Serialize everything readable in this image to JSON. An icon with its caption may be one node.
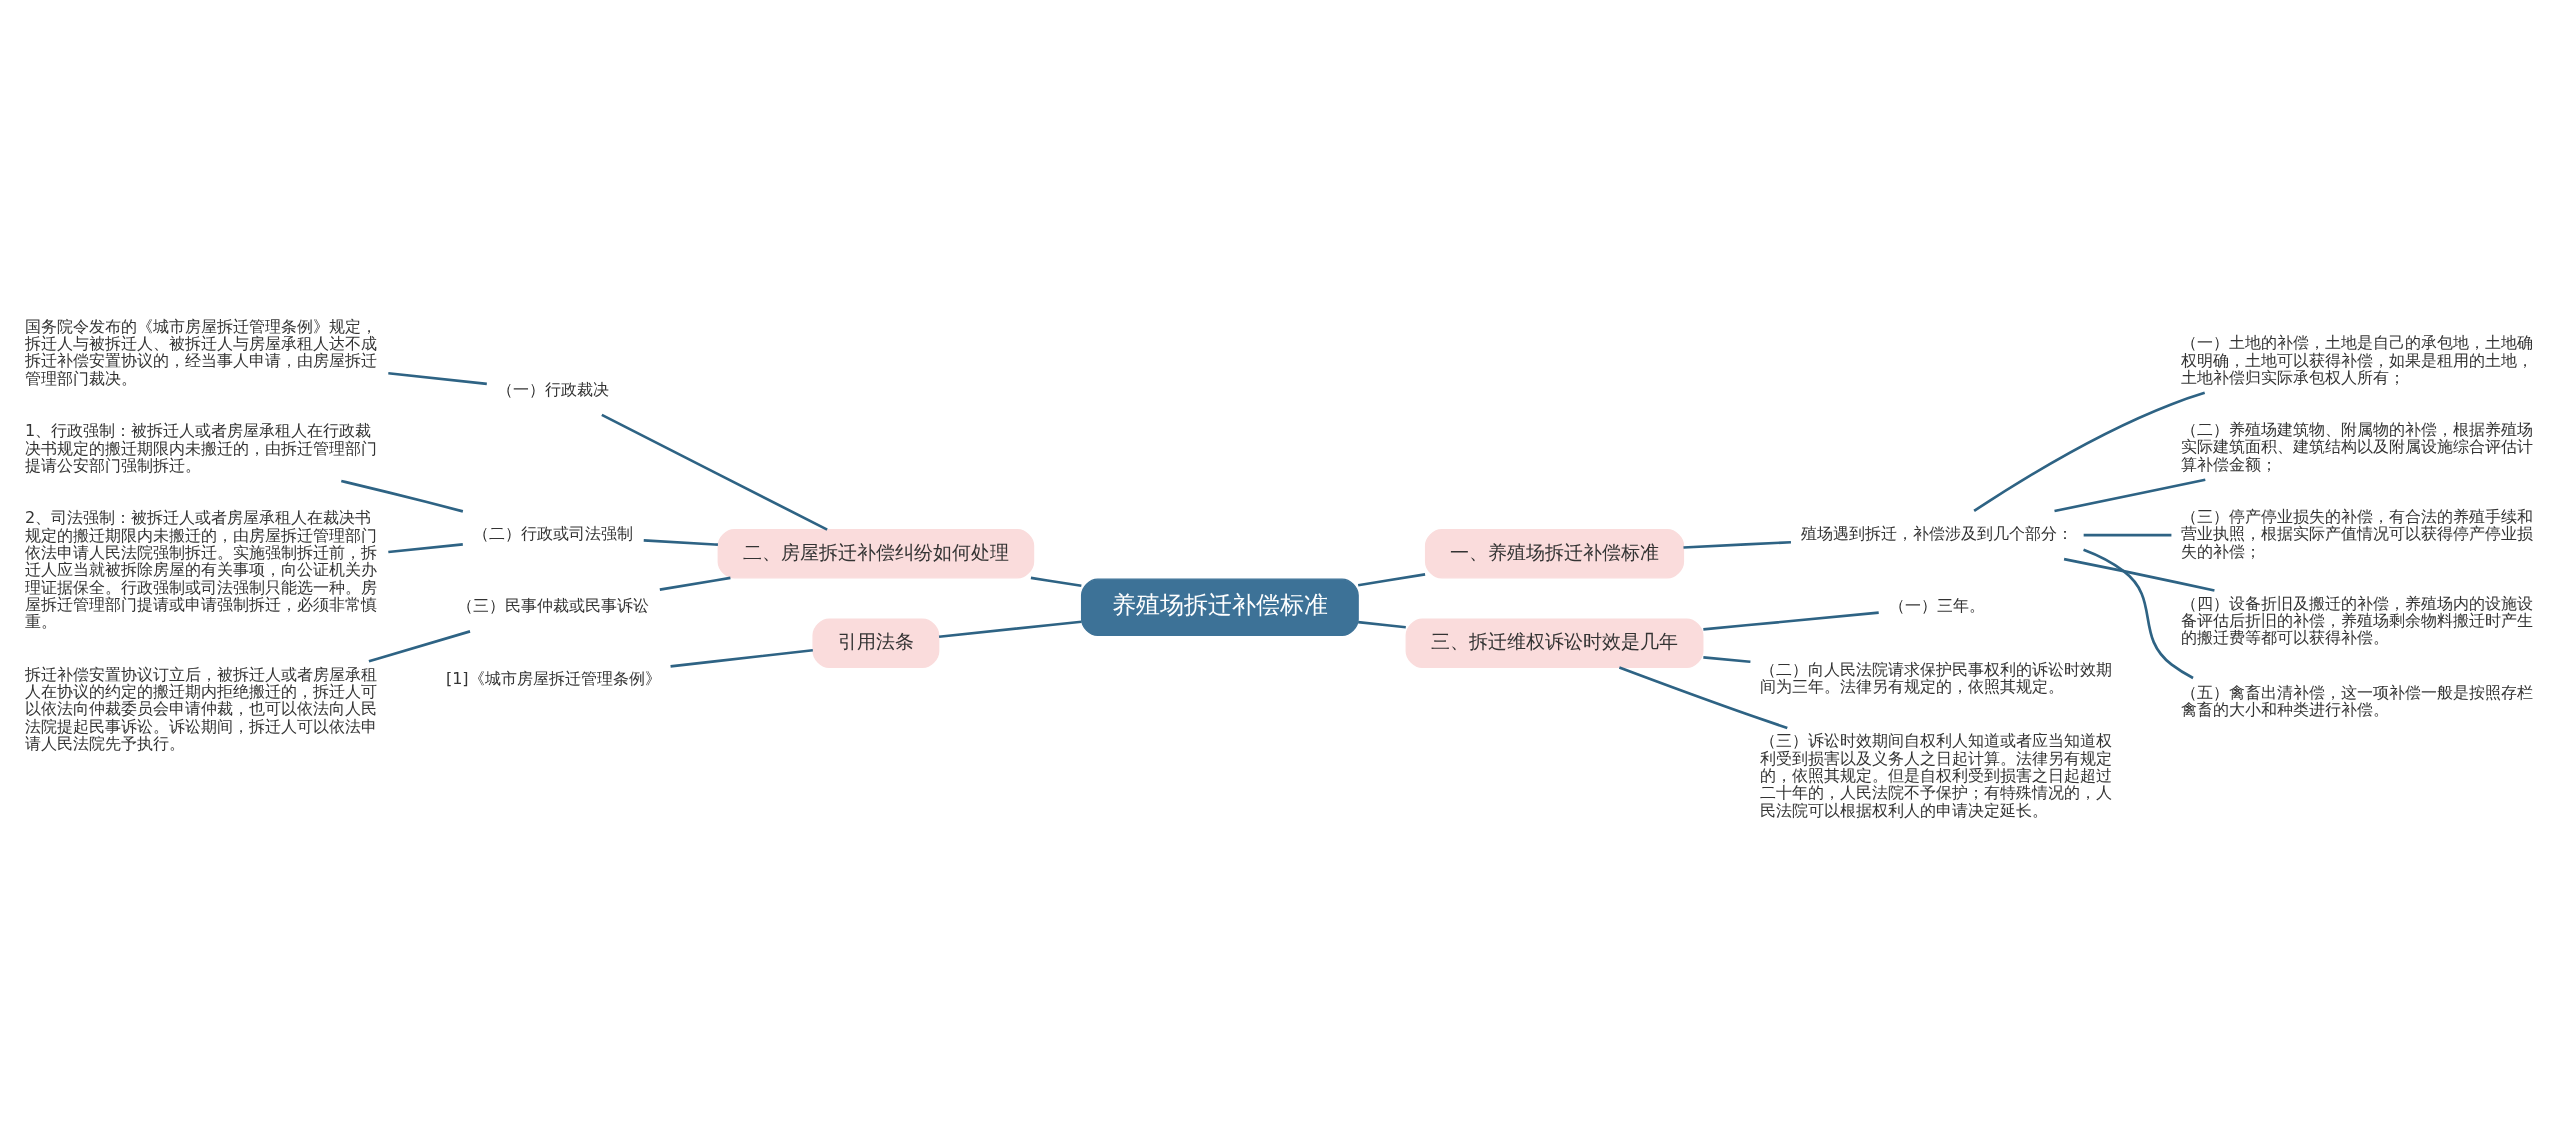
{
  "diagram": {
    "nodes": [
      {
        "text": [
          "养殖场拆迁补偿标准"
        ]
      },
      {
        "text": [
          "一、养殖场拆迁补偿标准"
        ]
      },
      {
        "text": [
          "殖场遇到拆迁，补偿涉及到几个部分："
        ]
      },
      {
        "text": [
          "（一）土地的补偿，土地是自己的承包地，土地确权明确，土地可以获得补偿，如果是租用的土地，土地补偿归实际承包权人所有；"
        ]
      },
      {
        "text": [
          "（二）养殖场建筑物、附属物的补偿，根据养殖场实际建筑面积、建筑结构以及附属设施综合评估计算补偿金额；"
        ]
      },
      {
        "text": [
          "（三）停产停业损失的补偿，有合法的养殖手续和营业执照，根据实际产值情况可以获得停产停业损失的补偿；"
        ]
      },
      {
        "text": [
          "（四）设备折旧及搬迁的补偿，养殖场内的设施设备评估后折旧的补偿，养殖场剩余物料搬迁时产生的搬迁费等都可以获得补偿。"
        ]
      },
      {
        "text": [
          "（五）禽畜出清补偿，这一项补偿一般是按照存栏禽畜的大小和种类进行补偿。"
        ]
      },
      {
        "text": [
          "三、拆迁维权诉讼时效是几年"
        ]
      },
      {
        "text": [
          "（一）三年。"
        ]
      },
      {
        "text": [
          "（二）向人民法院请求保护民事权利的诉讼时效期间为三年。法律另有规定的，依照其规定。"
        ]
      },
      {
        "text": [
          "（三）诉讼时效期间自权利人知道或者应当知道权利受到损害以及义务人之日起计算。法律另有规定的，依照其规定。但是自权利受到损害之日起超过二十年的，人民法院不予保护；有特殊情况的，人民法院可以根据权利人的申请决定延长。"
        ]
      },
      {
        "text": [
          "二、房屋拆迁补偿纠纷如何处理"
        ]
      },
      {
        "text": [
          "（一）行政裁决"
        ]
      },
      {
        "text": [
          "国务院令发布的《城市房屋拆迁管理条例》规定，拆迁人与被拆迁人、被拆迁人与房屋承租人达不成拆迁补偿安置协议的，经当事人申请，由房屋拆迁管理部门裁决。"
        ]
      },
      {
        "text": [
          "（二）行政或司法强制"
        ]
      },
      {
        "text": [
          "1、行政强制：被拆迁人或者房屋承租人在行政裁决书规定的搬迁期限内未搬迁的，由拆迁管理部门提请公安部门强制拆迁。"
        ]
      },
      {
        "text": [
          "2、司法强制：被拆迁人或者房屋承租人在裁决书规定的搬迁期限内未搬迁的，由房屋拆迁管理部门依法申请人民法院强制拆迁。实施强制拆迁前，拆迁人应当就被拆除房屋的有关事项，向公证机关办理证据保全。行政强制或司法强制只能选一种。房屋拆迁管理部门提请或申请强制拆迁，必须非常慎重。"
        ]
      },
      {
        "text": [
          "（三）民事仲裁或民事诉讼"
        ]
      },
      {
        "text": [
          "拆迁补偿安置协议订立后，被拆迁人或者房屋承租人在协议的约定的搬迁期内拒绝搬迁的，拆迁人可以依法向仲裁委员会申请仲裁，也可以依法向人民法院提起民事诉讼。诉讼期间，拆迁人可以依法申请人民法院先予执行。"
        ]
      },
      {
        "text": [
          "引用法条"
        ]
      },
      {
        "text": [
          "[1]《城市房屋拆迁管理条例》"
        ]
      }
    ],
    "edges": [
      {
        "from": 0,
        "to": 1,
        "arrow": "none"
      },
      {
        "from": 1,
        "to": 2,
        "arrow": "none"
      },
      {
        "from": 2,
        "to": 3,
        "arrow": "none"
      },
      {
        "from": 2,
        "to": 4,
        "arrow": "none"
      },
      {
        "from": 2,
        "to": 5,
        "arrow": "none"
      },
      {
        "from": 2,
        "to": 6,
        "arrow": "none"
      },
      {
        "from": 2,
        "to": 7,
        "arrow": "none"
      },
      {
        "from": 0,
        "to": 8,
        "arrow": "none"
      },
      {
        "from": 8,
        "to": 9,
        "arrow": "none"
      },
      {
        "from": 8,
        "to": 10,
        "arrow": "none"
      },
      {
        "from": 8,
        "to": 11,
        "arrow": "none"
      },
      {
        "from": 12,
        "to": 0,
        "arrow": "none"
      },
      {
        "from": 13,
        "to": 12,
        "arrow": "none"
      },
      {
        "from": 14,
        "to": 13,
        "arrow": "none"
      },
      {
        "from": 15,
        "to": 12,
        "arrow": "none"
      },
      {
        "from": 16,
        "to": 15,
        "arrow": "none"
      },
      {
        "from": 17,
        "to": 15,
        "arrow": "none"
      },
      {
        "from": 18,
        "to": 12,
        "arrow": "none"
      },
      {
        "from": 19,
        "to": 18,
        "arrow": "none"
      },
      {
        "from": 20,
        "to": 0,
        "arrow": "none"
      },
      {
        "from": 21,
        "to": 20,
        "arrow": "none"
      }
    ]
  }
}
